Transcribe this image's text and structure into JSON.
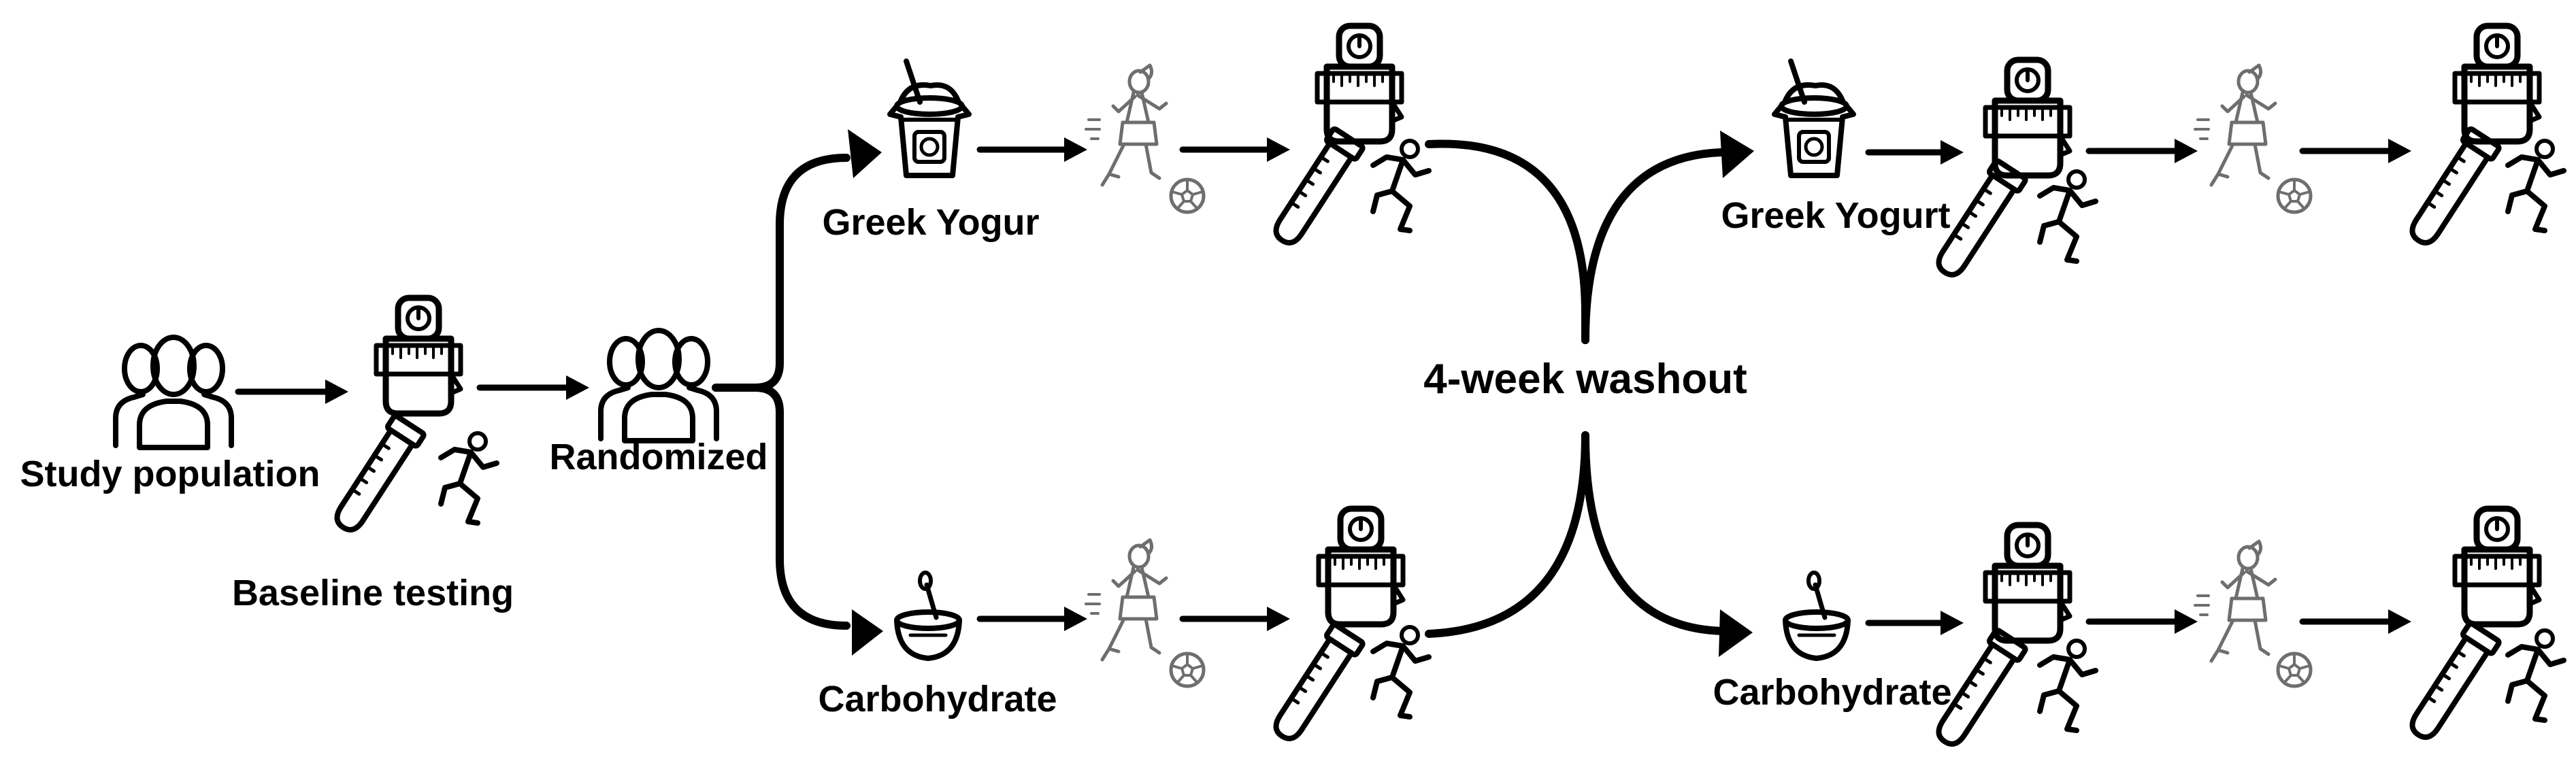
{
  "labels": {
    "study_population": "Study population",
    "baseline_testing": "Baseline testing",
    "randomized": "Randomized",
    "arm1_top": "Greek Yogur",
    "arm1_bottom": "Carbohydrate",
    "washout": "4-week washout",
    "arm2_top": "Greek Yogurt",
    "arm2_bottom": "Carbohydrate"
  },
  "icons": [
    "people-icon",
    "scale-icon",
    "test-tube-icon",
    "runner-icon",
    "yogurt-cup-icon",
    "soccer-player-icon",
    "soccer-ball-icon",
    "bowl-icon"
  ],
  "colors": {
    "line": "#000000",
    "light_icon": "#6e6e6e"
  }
}
